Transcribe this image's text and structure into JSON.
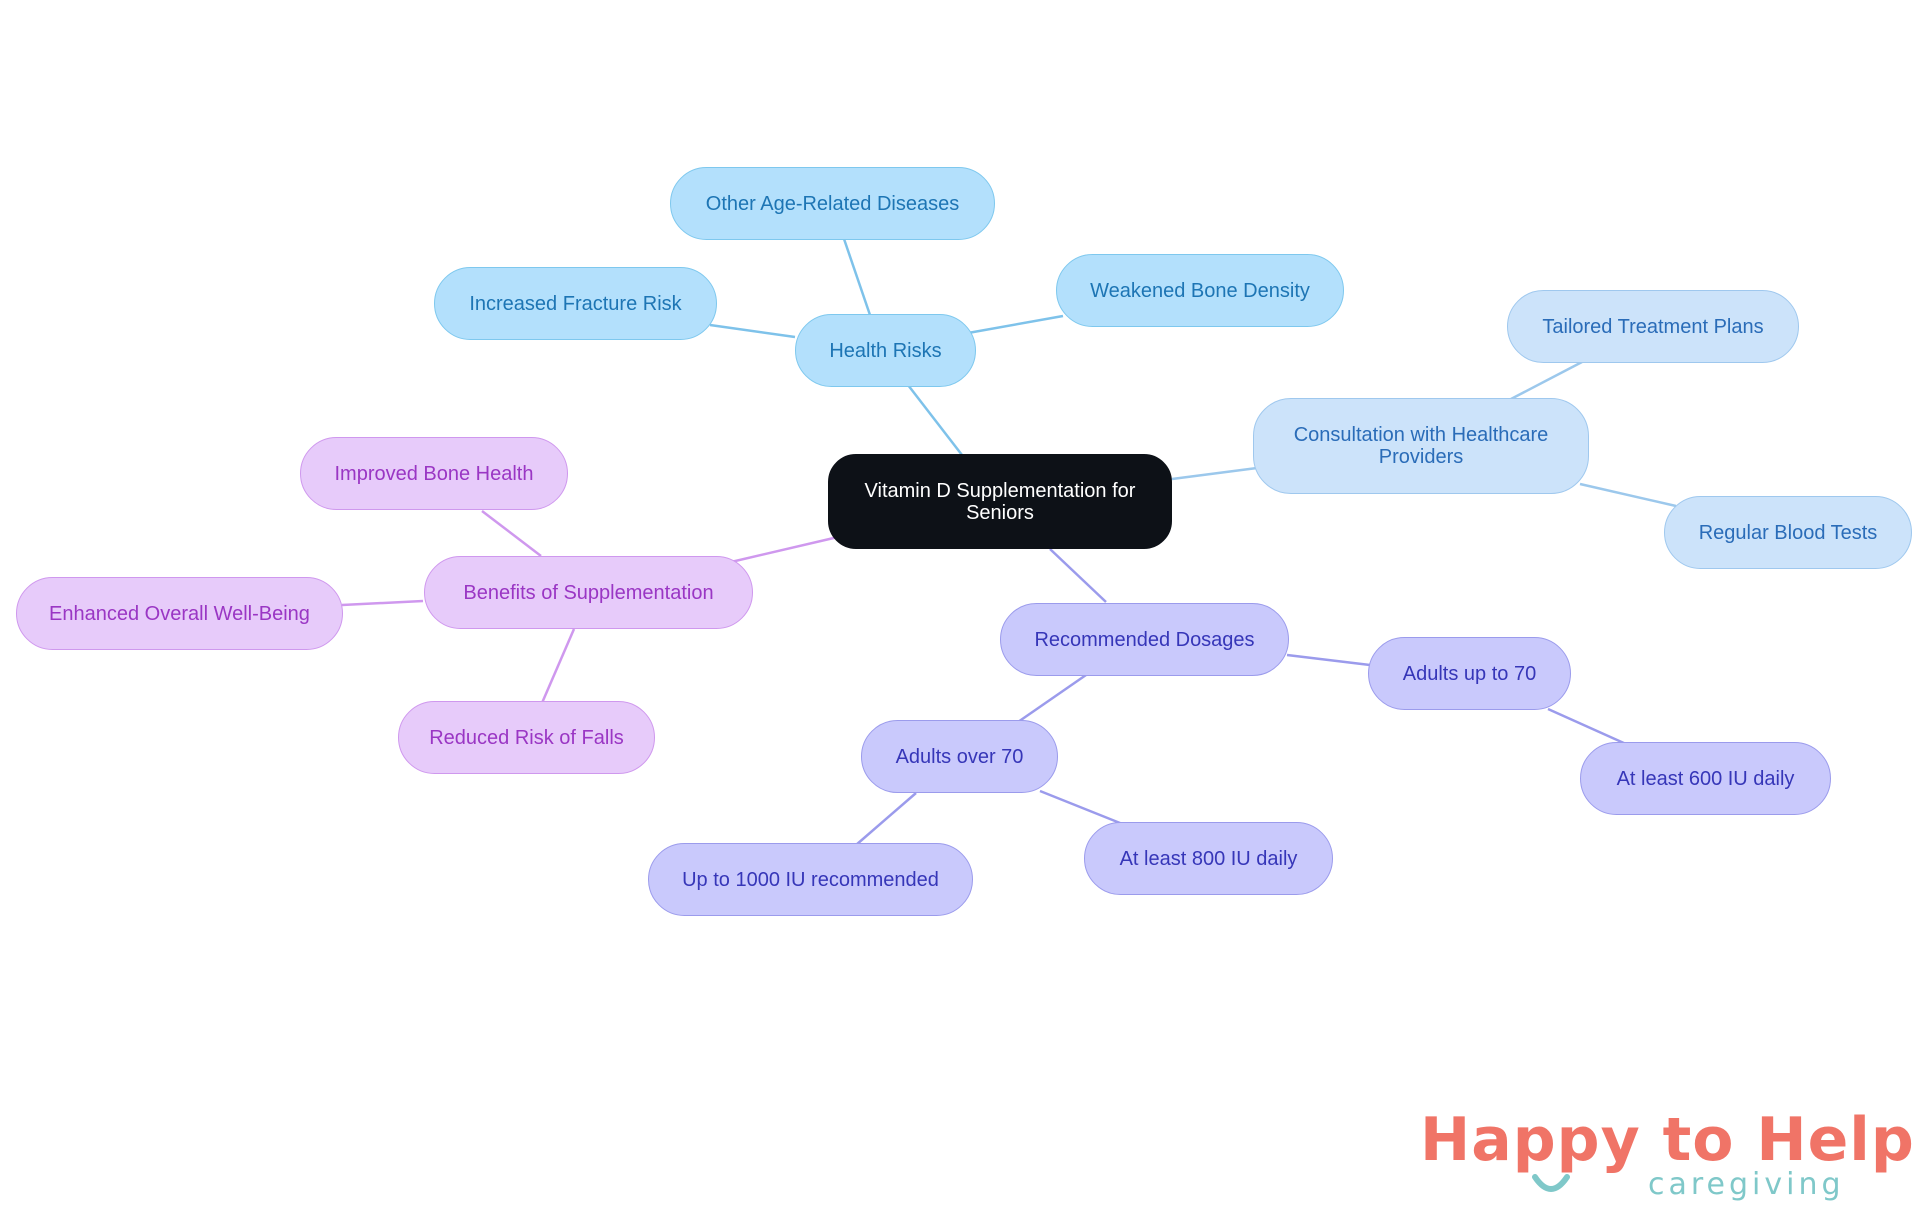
{
  "colors": {
    "center": {
      "fill": "#0d1117",
      "stroke": "#0d1117",
      "text": "#ffffff"
    },
    "cyan": {
      "fill": "#b3e0fc",
      "stroke": "#7ec8ee",
      "text": "#1d75b4",
      "line": "#7ec2ea"
    },
    "lightblue": {
      "fill": "#cce3fa",
      "stroke": "#9fc8ee",
      "text": "#2a6cb8",
      "line": "#9cc8ec"
    },
    "indigo": {
      "fill": "#c9c9fc",
      "stroke": "#9b9bec",
      "text": "#3636b8",
      "line": "#9b9bec"
    },
    "violet": {
      "fill": "#e7cbfa",
      "stroke": "#cf98ee",
      "text": "#9a36c4",
      "line": "#cf98ee"
    }
  },
  "center": {
    "label": "Vitamin D Supplementation for Seniors",
    "line1": "Vitamin D Supplementation for",
    "line2": "Seniors"
  },
  "health_risks": {
    "label": "Health Risks",
    "children": [
      "Other Age-Related Diseases",
      "Weakened Bone Density",
      "Increased Fracture Risk"
    ]
  },
  "consultation": {
    "label": "Consultation with Healthcare Providers",
    "line1": "Consultation with Healthcare",
    "line2": "Providers",
    "children": [
      "Tailored Treatment Plans",
      "Regular Blood Tests"
    ]
  },
  "benefits": {
    "label": "Benefits of Supplementation",
    "children": [
      "Improved Bone Health",
      "Enhanced Overall Well-Being",
      "Reduced Risk of Falls"
    ]
  },
  "dosages": {
    "label": "Recommended Dosages",
    "adults_up_to_70": {
      "label": "Adults up to 70",
      "children": [
        "At least 600 IU daily"
      ]
    },
    "adults_over_70": {
      "label": "Adults over 70",
      "children": [
        "At least 800 IU daily",
        "Up to 1000 IU recommended"
      ]
    }
  },
  "logo": {
    "main": "Happy to Help",
    "sub": "caregiving",
    "main_color": "#f07467",
    "accent_color": "#7fc8c9"
  }
}
